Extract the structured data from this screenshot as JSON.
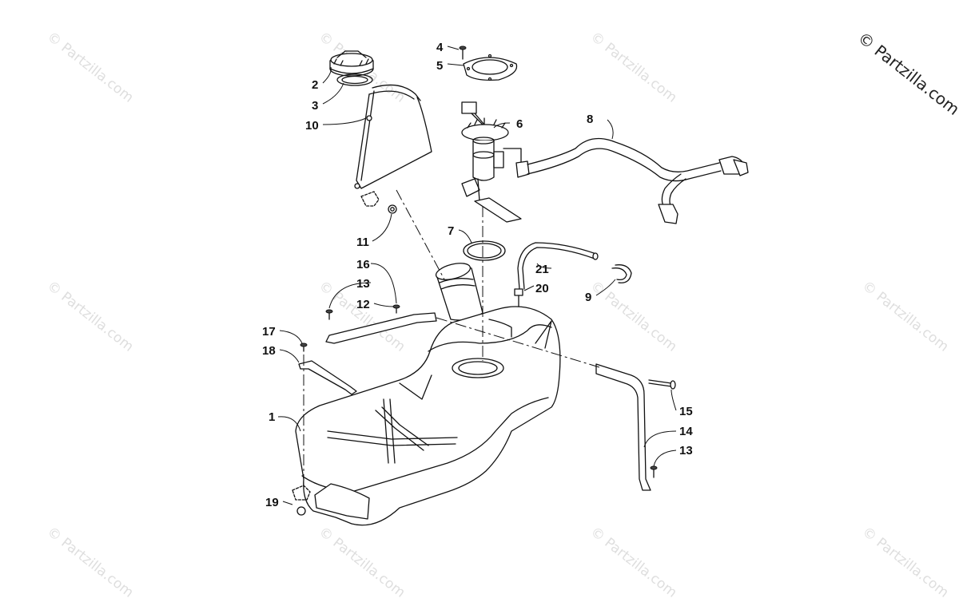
{
  "watermark": {
    "text": "© Partzilla.com",
    "corner_text": "© Partzilla.com"
  },
  "callouts": {
    "c1": "1",
    "c2": "2",
    "c3": "3",
    "c4": "4",
    "c5": "5",
    "c6": "6",
    "c7": "7",
    "c8": "8",
    "c9": "9",
    "c10": "10",
    "c11": "11",
    "c12": "12",
    "c13a": "13",
    "c13b": "13",
    "c14": "14",
    "c15": "15",
    "c16": "16",
    "c17": "17",
    "c18": "18",
    "c19": "19",
    "c20": "20",
    "c21": "21"
  },
  "colors": {
    "line": "#111111",
    "watermark": "#d4d4d4",
    "background": "#ffffff"
  }
}
